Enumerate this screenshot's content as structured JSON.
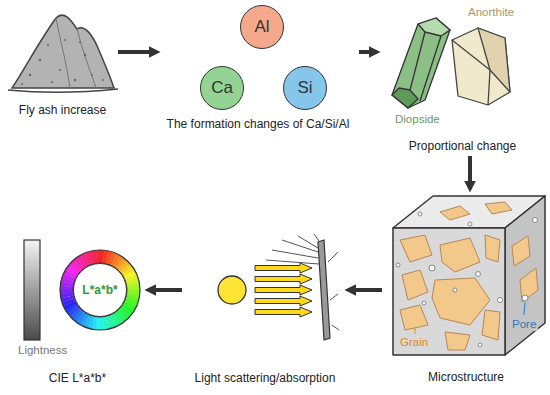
{
  "diagram": {
    "nodes": [
      {
        "text": [
          "Fly ash increase"
        ]
      },
      {
        "text": [
          "The formation changes of Ca/Si/Al"
        ]
      },
      {
        "text": [
          "Al"
        ],
        "in": 1
      },
      {
        "text": [
          "Ca"
        ],
        "in": 1
      },
      {
        "text": [
          "Si"
        ],
        "in": 1
      },
      {
        "text": [
          "Proportional change"
        ]
      },
      {
        "text": [
          "Microstructure"
        ]
      },
      {
        "text": [
          "Light scattering/absorption"
        ]
      },
      {
        "text": [
          "CIE L*a*b*"
        ]
      },
      {
        "text": [
          "L*a*b*"
        ],
        "in": 8
      }
    ],
    "edges": [
      {
        "from": 0,
        "to": 1,
        "arrow": "to"
      },
      {
        "from": 1,
        "to": 5,
        "arrow": "to"
      },
      {
        "from": 5,
        "to": 6,
        "arrow": "to"
      },
      {
        "from": 6,
        "to": 7,
        "arrow": "to"
      },
      {
        "from": 7,
        "to": 8,
        "arrow": "to"
      }
    ],
    "labels": [
      "Diopside",
      "Anorthite",
      "Grain",
      "Pore",
      "Lightness"
    ]
  }
}
